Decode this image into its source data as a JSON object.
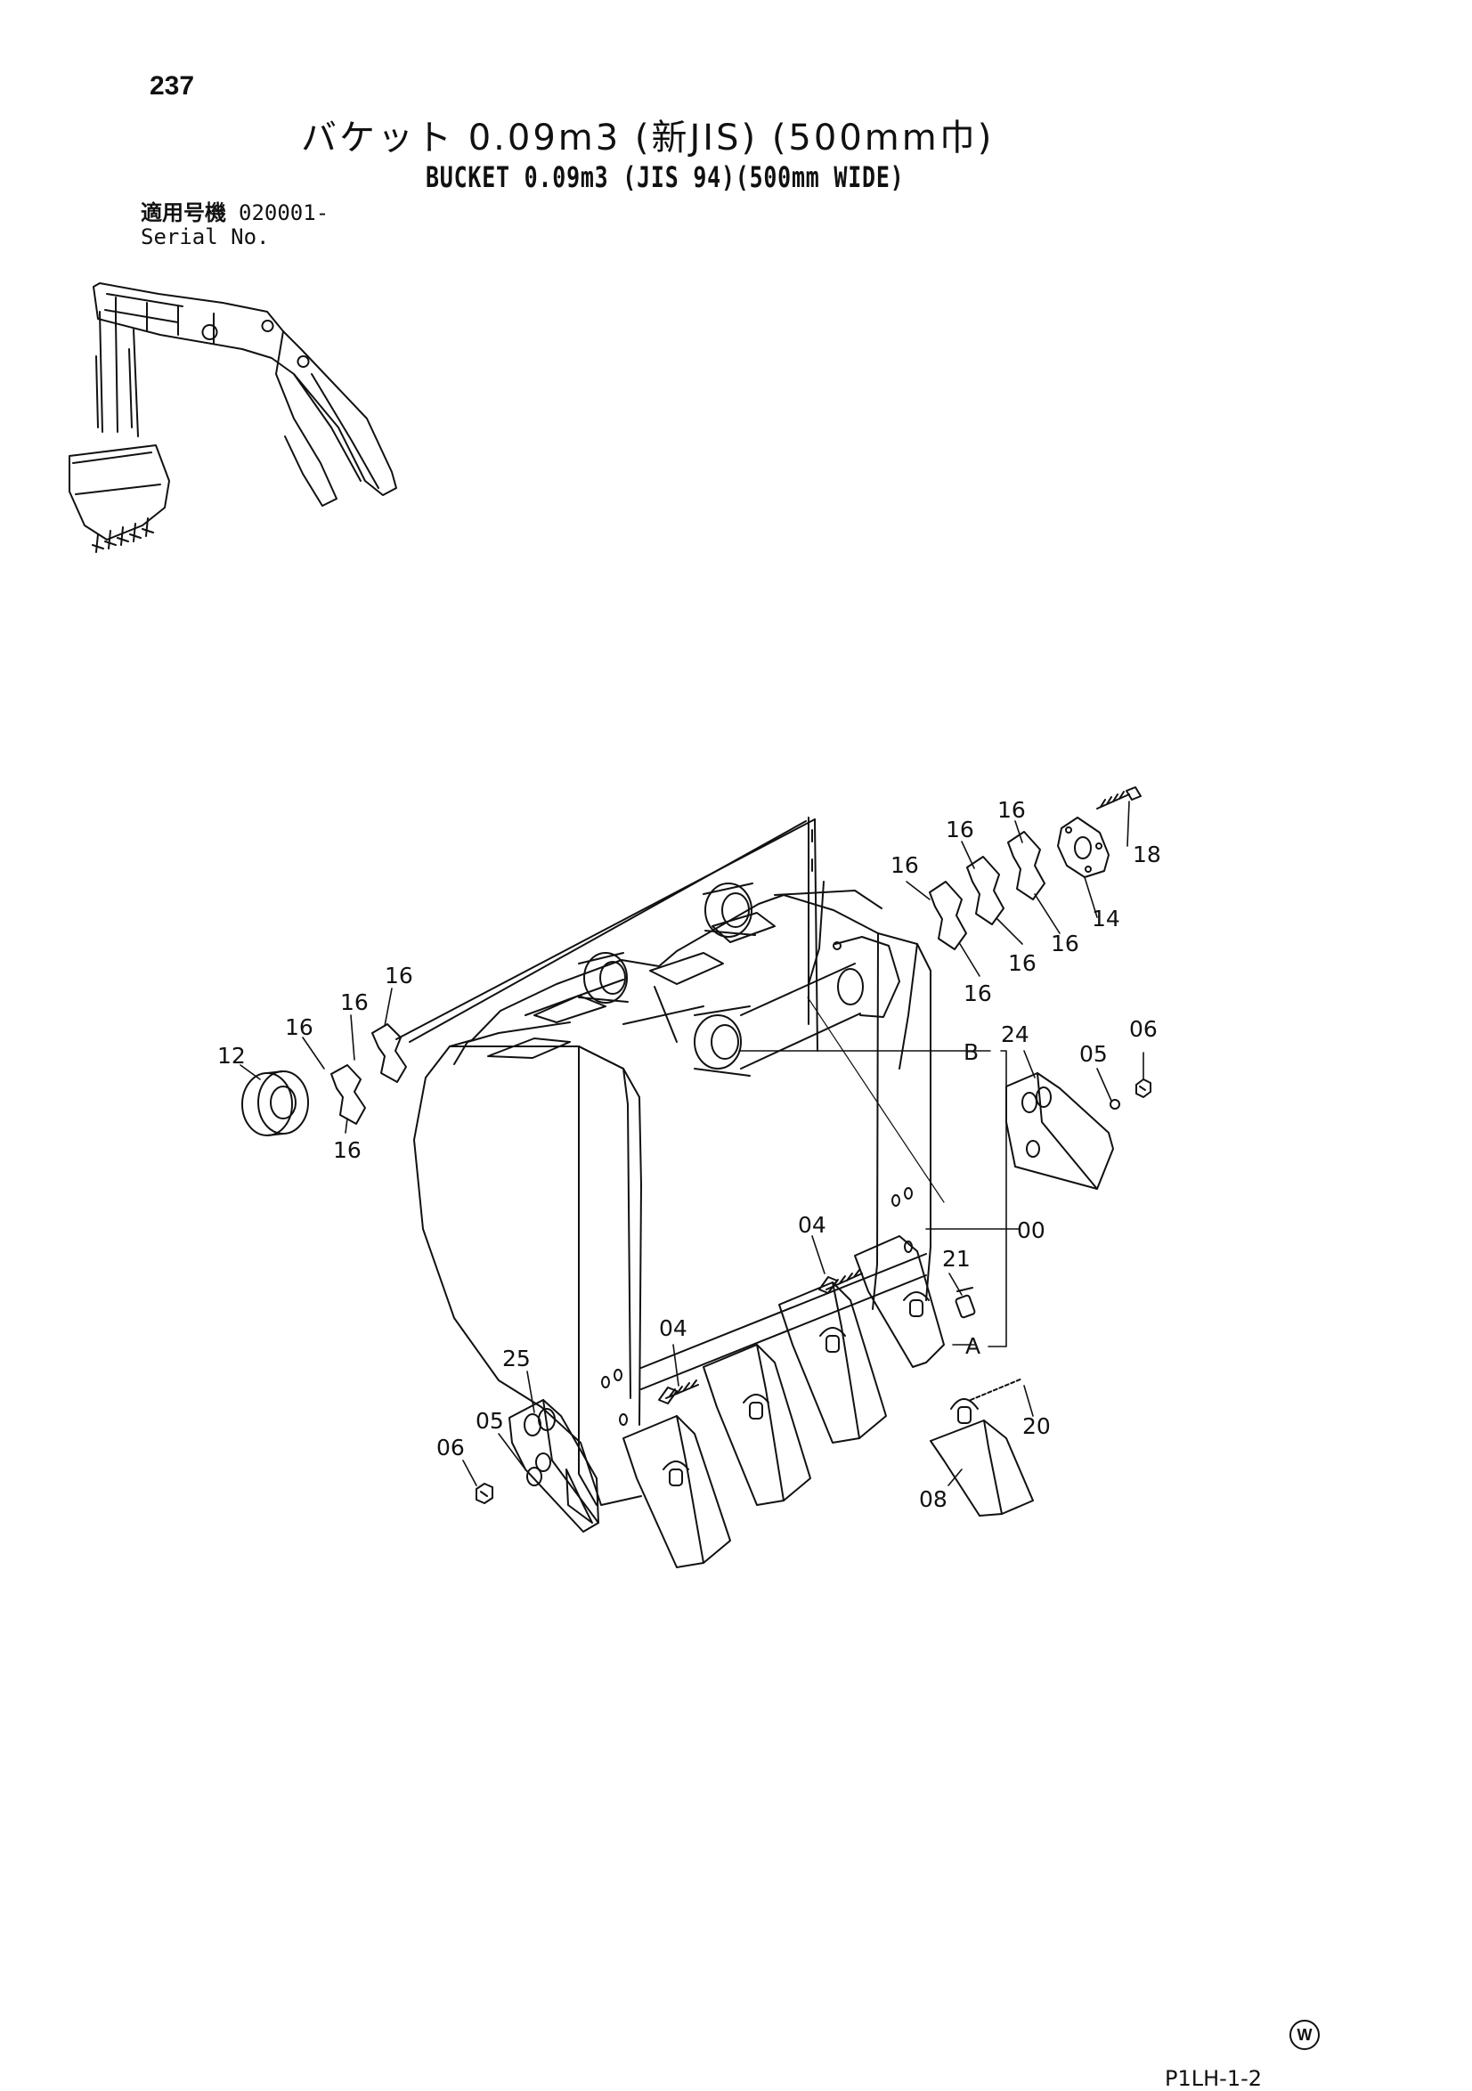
{
  "header": {
    "page_number": "237",
    "title_jp": "バケット 0.09m3 (新JIS) (500mm巾)",
    "title_en": "BUCKET 0.09m3 (JIS 94)(500mm WIDE)",
    "serial_label_jp": "適用号機",
    "serial_value": "020001-",
    "serial_label_en": "Serial No."
  },
  "callouts": {
    "c12": "12",
    "c16a": "16",
    "c16b": "16",
    "c16c": "16",
    "c16d": "16",
    "c16e": "16",
    "c16f": "16",
    "c16g": "16",
    "c16h": "16",
    "c16i": "16",
    "c18": "18",
    "c14": "14",
    "c24": "24",
    "c05a": "05",
    "c06a": "06",
    "cB": "B",
    "c00": "00",
    "c04a": "04",
    "c21": "21",
    "cA": "A",
    "c04b": "04",
    "c25": "25",
    "c05b": "05",
    "c06b": "06",
    "c20": "20",
    "c08": "08"
  },
  "footer": {
    "mark": "W",
    "page_code": "P1LH-1-2"
  }
}
